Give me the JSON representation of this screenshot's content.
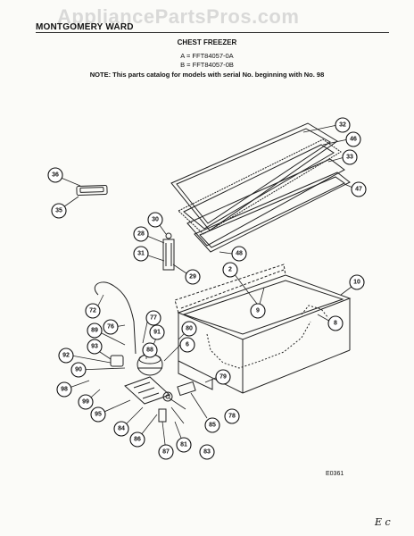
{
  "header": {
    "watermark": "AppliancePartsPros.com",
    "brand": "MONTGOMERY WARD",
    "title": "CHEST FREEZER",
    "model_a": "A = FFT84057-0A",
    "model_b": "B = FFT84057-0B",
    "note": "NOTE: This parts catalog for models with serial No. beginning with No. 98"
  },
  "diagram_code": "E0361",
  "corner_mark": "E c",
  "callouts": [
    "32",
    "46",
    "33",
    "47",
    "36",
    "35",
    "30",
    "28",
    "48",
    "31",
    "29",
    "2",
    "10",
    "9",
    "8",
    "72",
    "76",
    "77",
    "89",
    "91",
    "88",
    "80",
    "93",
    "92",
    "6",
    "90",
    "79",
    "98",
    "99",
    "95",
    "84",
    "86",
    "87",
    "81",
    "83",
    "85",
    "78"
  ]
}
